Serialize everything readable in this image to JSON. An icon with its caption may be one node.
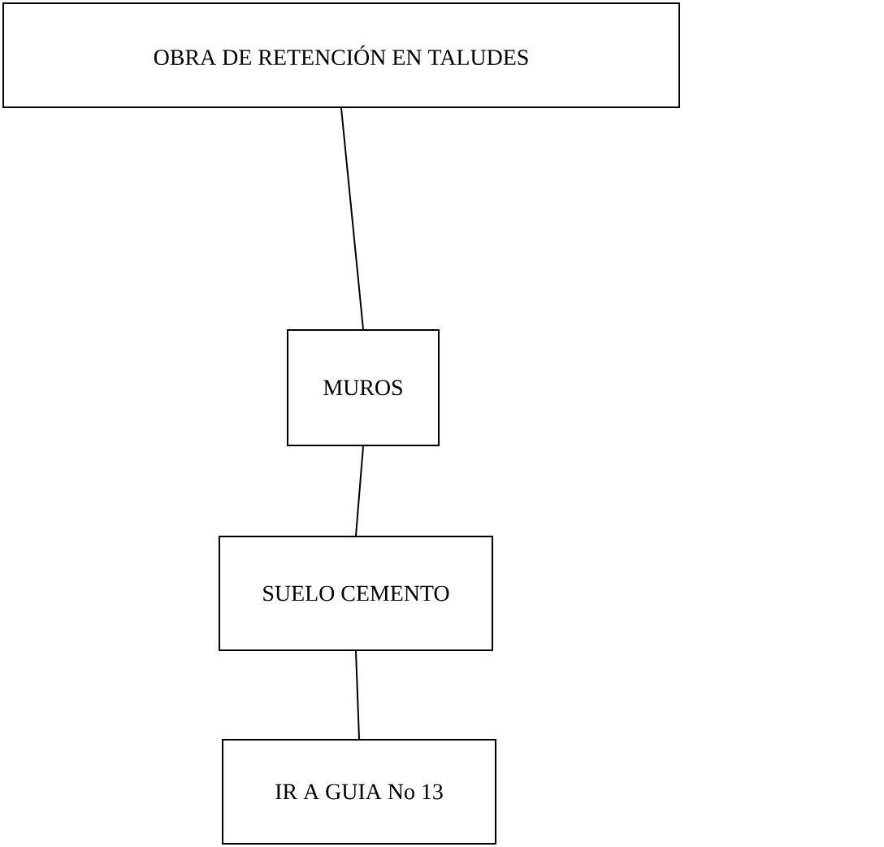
{
  "diagram": {
    "nodes": [
      {
        "text": [
          "OBRA DE RETENCIÓN EN TALUDES"
        ]
      },
      {
        "text": [
          "MUROS"
        ]
      },
      {
        "text": [
          "SUELO CEMENTO"
        ]
      },
      {
        "text": [
          "IR A GUIA No 13"
        ]
      }
    ],
    "edges": [
      {
        "from": 0,
        "to": 1,
        "arrow": "none"
      },
      {
        "from": 1,
        "to": 2,
        "arrow": "none"
      },
      {
        "from": 2,
        "to": 3,
        "arrow": "none"
      }
    ]
  }
}
